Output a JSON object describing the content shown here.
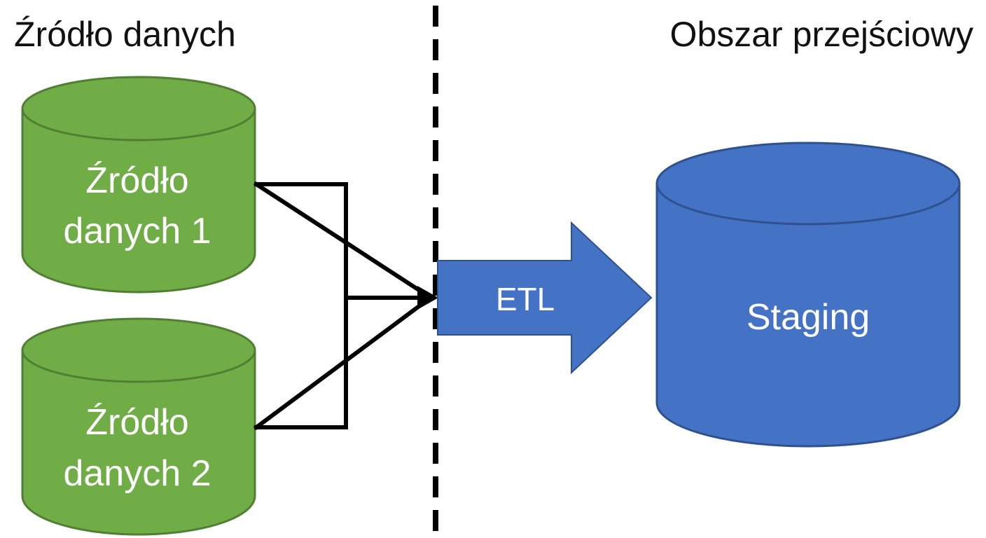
{
  "headings": {
    "left": "Źródło danych",
    "right": "Obszar przejściowy"
  },
  "sources": [
    {
      "line1": "Źródło",
      "line2": "danych 1"
    },
    {
      "line1": "Źródło",
      "line2": "danych 2"
    }
  ],
  "etl": {
    "label": "ETL"
  },
  "staging": {
    "label": "Staging"
  },
  "colors": {
    "source_fill": "#70AD47",
    "source_stroke": "#507E32",
    "staging_fill": "#4472C4",
    "staging_stroke": "#2F528F",
    "connector": "#000000",
    "divider": "#000000"
  }
}
